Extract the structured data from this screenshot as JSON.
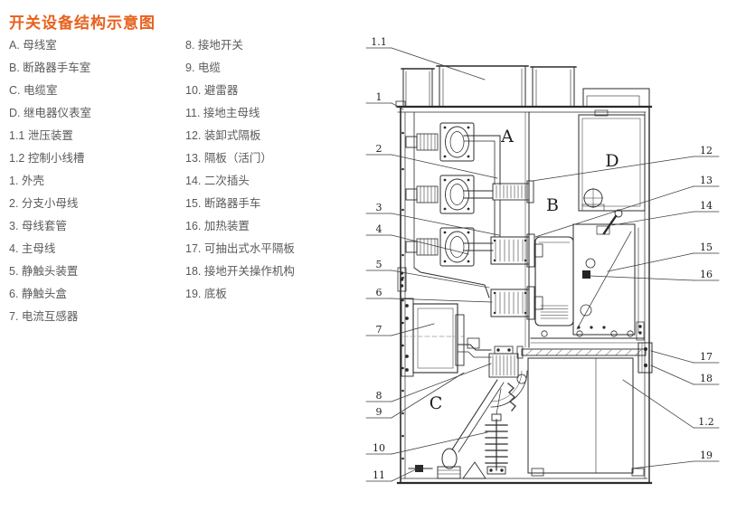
{
  "title": "开关设备结构示意图",
  "colors": {
    "title": "#e8611c",
    "legend_text": "#5a5a5a",
    "line": "#2b2b2b"
  },
  "legend": {
    "column1": [
      "A. 母线室",
      "B. 断路器手车室",
      "C. 电缆室",
      "D. 继电器仪表室",
      "1.1 泄压装置",
      "1.2 控制小线槽",
      "1. 外壳",
      "2. 分支小母线",
      "3. 母线套管",
      "4. 主母线",
      "5. 静触头装置",
      "6. 静触头盒",
      "7. 电流互感器"
    ],
    "column2": [
      "8. 接地开关",
      "9. 电缆",
      "10. 避雷器",
      "11. 接地主母线",
      "12. 装卸式隔板",
      "13. 隔板（活门）",
      "14. 二次插头",
      "15. 断路器手车",
      "16. 加热装置",
      "17. 可抽出式水平隔板",
      "18. 接地开关操作机构",
      "19. 底板"
    ]
  },
  "diagram": {
    "letters": [
      "A",
      "B",
      "C",
      "D"
    ],
    "callouts_left": [
      "1.1",
      "1",
      "2",
      "3",
      "4",
      "5",
      "6",
      "7",
      "8",
      "9",
      "10",
      "11"
    ],
    "callouts_right": [
      "12",
      "13",
      "14",
      "15",
      "16",
      "17",
      "18",
      "1.2",
      "19"
    ]
  }
}
